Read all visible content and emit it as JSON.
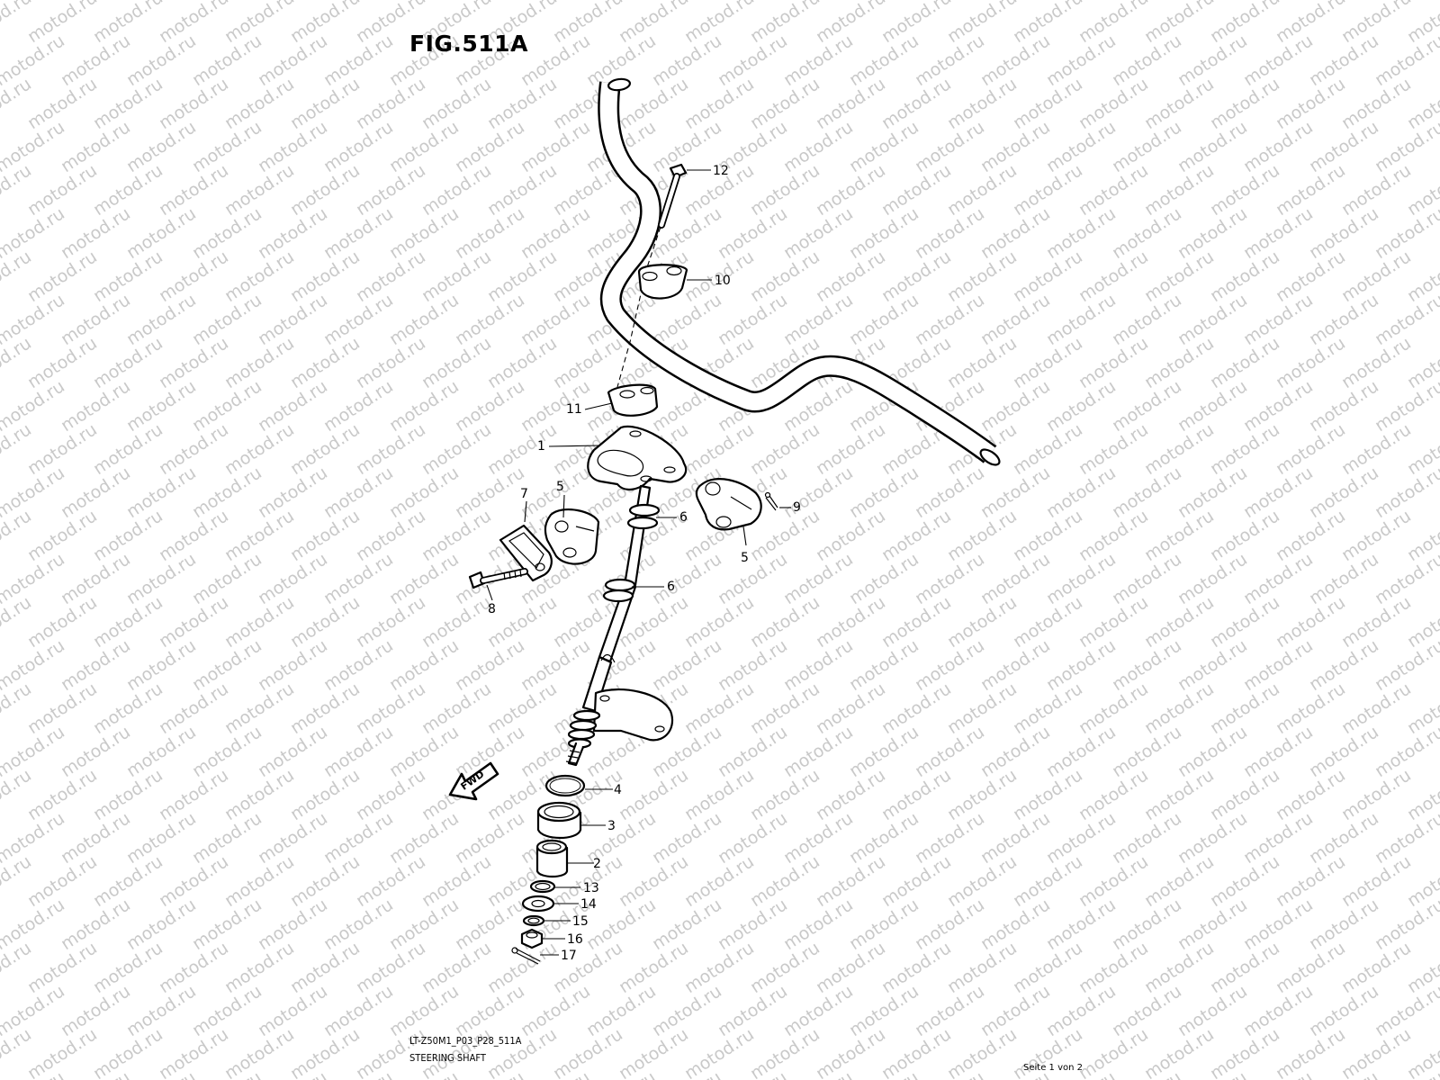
{
  "figure": {
    "title": "FIG.511A",
    "model_code": "LT-Z50M1_P03_P28_511A",
    "section_name": "STEERING SHAFT",
    "page_info": "Seite 1 von 2",
    "watermark_text": "motod.ru",
    "direction_marker": "FWD"
  },
  "callouts": [
    {
      "number": "1",
      "part": "handlebar-holder"
    },
    {
      "number": "2",
      "part": "bushing"
    },
    {
      "number": "3",
      "part": "bearing-seal"
    },
    {
      "number": "4",
      "part": "o-ring"
    },
    {
      "number": "5",
      "part": "shaft-holder-left"
    },
    {
      "number": "5",
      "part": "shaft-holder-right"
    },
    {
      "number": "6",
      "part": "upper-bush"
    },
    {
      "number": "6",
      "part": "lower-bush"
    },
    {
      "number": "7",
      "part": "lock-plate"
    },
    {
      "number": "8",
      "part": "holder-bolt"
    },
    {
      "number": "9",
      "part": "cotter-pin-upper"
    },
    {
      "number": "10",
      "part": "upper-clamp"
    },
    {
      "number": "11",
      "part": "lower-clamp"
    },
    {
      "number": "12",
      "part": "clamp-bolt"
    },
    {
      "number": "13",
      "part": "washer"
    },
    {
      "number": "14",
      "part": "washer-2"
    },
    {
      "number": "15",
      "part": "washer-3"
    },
    {
      "number": "16",
      "part": "nut"
    },
    {
      "number": "17",
      "part": "cotter-pin-lower"
    }
  ]
}
